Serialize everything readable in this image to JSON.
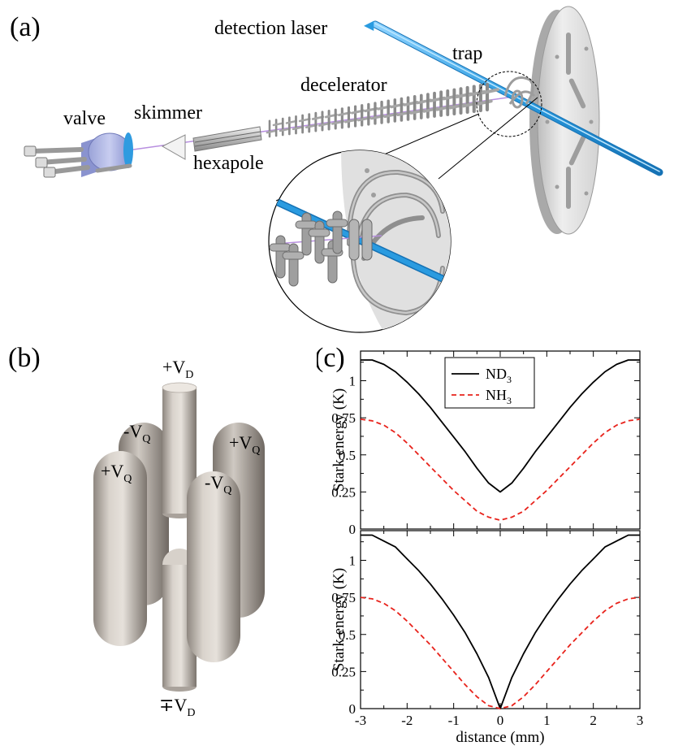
{
  "panel_a": {
    "label": "(a)",
    "labels": {
      "detection_laser": "detection laser",
      "trap": "trap",
      "decelerator": "decelerator",
      "valve": "valve",
      "skimmer": "skimmer",
      "hexapole": "hexapole"
    }
  },
  "panel_b": {
    "label": "(b)",
    "labels": {
      "top_rod": "+V",
      "top_rod_sub": "D",
      "bottom_rod": "∓V",
      "bottom_rod_sub": "D",
      "back_left": "-V",
      "back_left_sub": "Q",
      "back_right": "+V",
      "back_right_sub": "Q",
      "front_left": "+V",
      "front_left_sub": "Q",
      "front_right": "-V",
      "front_right_sub": "Q"
    }
  },
  "panel_c": {
    "label": "(c)"
  },
  "colors": {
    "laser": "#3aa6e6",
    "nd3": "#000000",
    "nh3": "#e8231c",
    "rod": "#cfc9c2",
    "plate": "#dcdcdc"
  },
  "chart_data": [
    {
      "type": "line",
      "xlim": [
        -3,
        3
      ],
      "ylim": [
        0,
        1.2
      ],
      "ylabel": "Stark energy (K)",
      "xlabel": "",
      "yticks": [
        "0",
        "0.25",
        "0.5",
        "0.75",
        "1"
      ],
      "ytick_values": [
        0,
        0.25,
        0.5,
        0.75,
        1
      ],
      "legend": {
        "position": "top-center",
        "entries": [
          {
            "base": "ND",
            "sub": "3"
          },
          {
            "base": "NH",
            "sub": "3"
          }
        ]
      },
      "series": [
        {
          "name": "ND3",
          "style": "solid",
          "x": [
            -3,
            -2.75,
            -2.5,
            -2.25,
            -2,
            -1.75,
            -1.5,
            -1.25,
            -1,
            -0.75,
            -0.5,
            -0.25,
            0,
            0.25,
            0.5,
            0.75,
            1,
            1.25,
            1.5,
            1.75,
            2,
            2.25,
            2.5,
            2.75,
            3
          ],
          "y": [
            1.14,
            1.14,
            1.11,
            1.06,
            0.99,
            0.91,
            0.82,
            0.72,
            0.62,
            0.52,
            0.41,
            0.31,
            0.25,
            0.31,
            0.41,
            0.52,
            0.62,
            0.72,
            0.82,
            0.91,
            0.99,
            1.06,
            1.11,
            1.14,
            1.14
          ]
        },
        {
          "name": "NH3",
          "style": "dashed",
          "x": [
            -3,
            -2.75,
            -2.5,
            -2.25,
            -2,
            -1.75,
            -1.5,
            -1.25,
            -1,
            -0.75,
            -0.5,
            -0.25,
            0,
            0.25,
            0.5,
            0.75,
            1,
            1.25,
            1.5,
            1.75,
            2,
            2.25,
            2.5,
            2.75,
            3
          ],
          "y": [
            0.74,
            0.73,
            0.7,
            0.65,
            0.58,
            0.5,
            0.42,
            0.34,
            0.26,
            0.19,
            0.12,
            0.08,
            0.06,
            0.08,
            0.12,
            0.19,
            0.26,
            0.34,
            0.42,
            0.5,
            0.58,
            0.65,
            0.7,
            0.73,
            0.74
          ]
        }
      ]
    },
    {
      "type": "line",
      "xlim": [
        -3,
        3
      ],
      "ylim": [
        0,
        1.2
      ],
      "ylabel": "Stark energy (K)",
      "xlabel": "distance (mm)",
      "yticks": [
        "0",
        "0.25",
        "0.5",
        "0.75",
        "1"
      ],
      "ytick_values": [
        0,
        0.25,
        0.5,
        0.75,
        1
      ],
      "xticks": [
        "-3",
        "-2",
        "-1",
        "0",
        "1",
        "2",
        "3"
      ],
      "xtick_values": [
        -3,
        -2,
        -1,
        0,
        1,
        2,
        3
      ],
      "series": [
        {
          "name": "ND3",
          "style": "solid",
          "x": [
            -3,
            -2.75,
            -2.5,
            -2.25,
            -2,
            -1.75,
            -1.5,
            -1.25,
            -1,
            -0.75,
            -0.5,
            -0.25,
            0,
            0.25,
            0.5,
            0.75,
            1,
            1.25,
            1.5,
            1.75,
            2,
            2.25,
            2.5,
            2.75,
            3
          ],
          "y": [
            1.17,
            1.17,
            1.13,
            1.09,
            1.01,
            0.93,
            0.84,
            0.74,
            0.63,
            0.51,
            0.37,
            0.21,
            0.0,
            0.21,
            0.37,
            0.51,
            0.63,
            0.74,
            0.84,
            0.93,
            1.01,
            1.09,
            1.13,
            1.17,
            1.17
          ]
        },
        {
          "name": "NH3",
          "style": "dashed",
          "x": [
            -3,
            -2.75,
            -2.5,
            -2.25,
            -2,
            -1.75,
            -1.5,
            -1.25,
            -1,
            -0.75,
            -0.5,
            -0.25,
            0,
            0.25,
            0.5,
            0.75,
            1,
            1.25,
            1.5,
            1.75,
            2,
            2.25,
            2.5,
            2.75,
            3
          ],
          "y": [
            0.75,
            0.74,
            0.71,
            0.66,
            0.59,
            0.51,
            0.43,
            0.34,
            0.25,
            0.16,
            0.08,
            0.02,
            0.0,
            0.02,
            0.08,
            0.16,
            0.25,
            0.34,
            0.43,
            0.51,
            0.59,
            0.66,
            0.71,
            0.74,
            0.75
          ]
        }
      ]
    }
  ]
}
